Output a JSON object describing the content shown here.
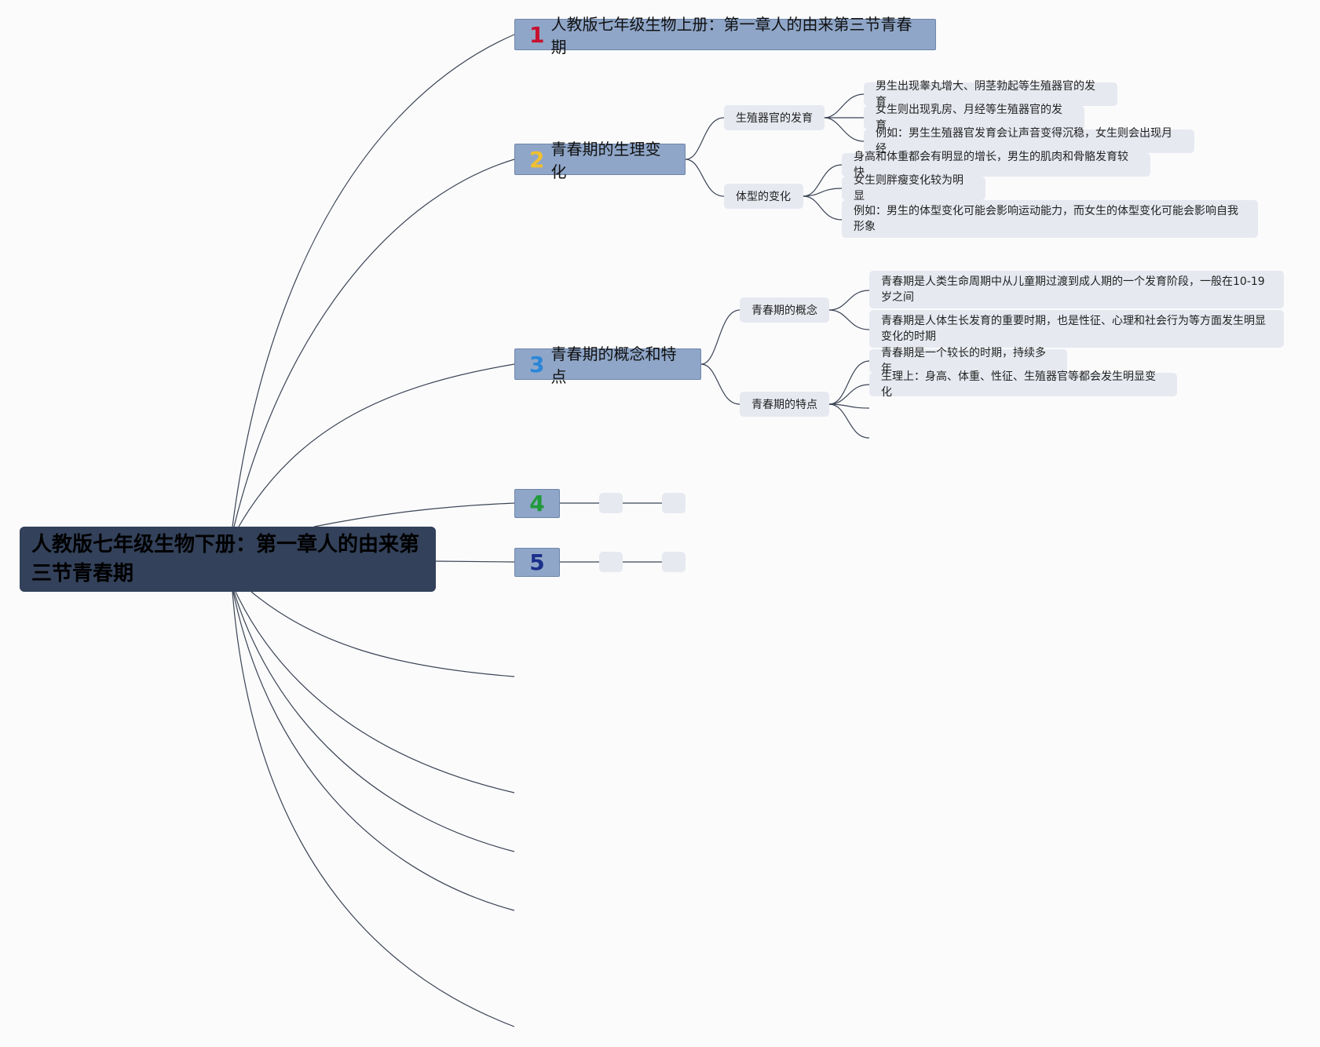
{
  "root": {
    "title": "人教版七年级生物下册：第一章人的由来第三节青春期"
  },
  "topics": [
    {
      "number": "1",
      "color": "#c8102e",
      "title": "人教版七年级生物上册：第一章人的由来第三节青春期"
    },
    {
      "number": "2",
      "color": "#f0c030",
      "title": "青春期的生理变化",
      "children": [
        {
          "title": "生殖器官的发育",
          "children": [
            "男生出现睾丸增大、阴茎勃起等生殖器官的发育",
            "女生则出现乳房、月经等生殖器官的发育",
            "例如：男生生殖器官发育会让声音变得沉稳，女生则会出现月经"
          ]
        },
        {
          "title": "体型的变化",
          "children": [
            "身高和体重都会有明显的增长，男生的肌肉和骨骼发育较快",
            "女生则胖瘦变化较为明显",
            "例如：男生的体型变化可能会影响运动能力，而女生的体型变化可能会影响自我形象"
          ]
        }
      ]
    },
    {
      "number": "3",
      "color": "#2a86d8",
      "title": "青春期的概念和特点",
      "children": [
        {
          "title": "青春期的概念",
          "children": [
            "青春期是人类生命周期中从儿童期过渡到成人期的一个发育阶段，一般在10-19岁之间",
            "青春期是人体生长发育的重要时期，也是性征、心理和社会行为等方面发生明显变化的时期"
          ]
        },
        {
          "title": "青春期的特点",
          "children": [
            "青春期是一个较长的时期，持续多年",
            "生理上：身高、体重、性征、生殖器官等都会发生明显变化"
          ]
        }
      ]
    },
    {
      "number": "4",
      "color": "#1f9a3a"
    },
    {
      "number": "5",
      "color": "#1b2f8a"
    }
  ]
}
